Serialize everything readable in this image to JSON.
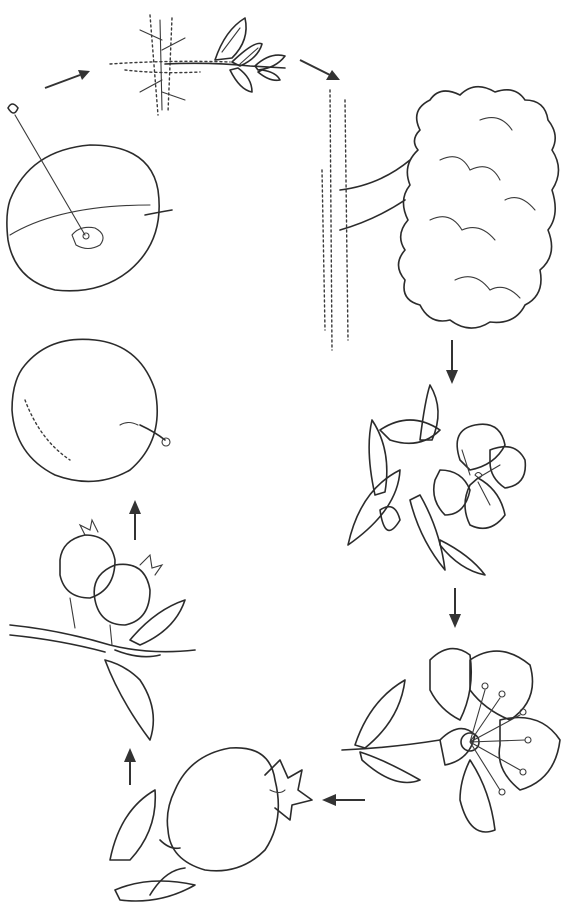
{
  "diagram": {
    "type": "cycle",
    "stages": [
      {
        "id": "seedling",
        "icon": "seedling-icon"
      },
      {
        "id": "tree",
        "icon": "apple-tree-icon"
      },
      {
        "id": "blossom",
        "icon": "blossom-icon"
      },
      {
        "id": "open-flower",
        "icon": "open-flower-icon"
      },
      {
        "id": "young-fruit",
        "icon": "young-fruit-icon"
      },
      {
        "id": "fruit-cluster",
        "icon": "fruit-cluster-icon"
      },
      {
        "id": "whole-apple",
        "icon": "whole-apple-icon"
      },
      {
        "id": "cut-apple-with-seed",
        "icon": "cut-apple-icon"
      }
    ],
    "colors": {
      "ink": "#2b2b2b",
      "background": "#ffffff"
    }
  }
}
